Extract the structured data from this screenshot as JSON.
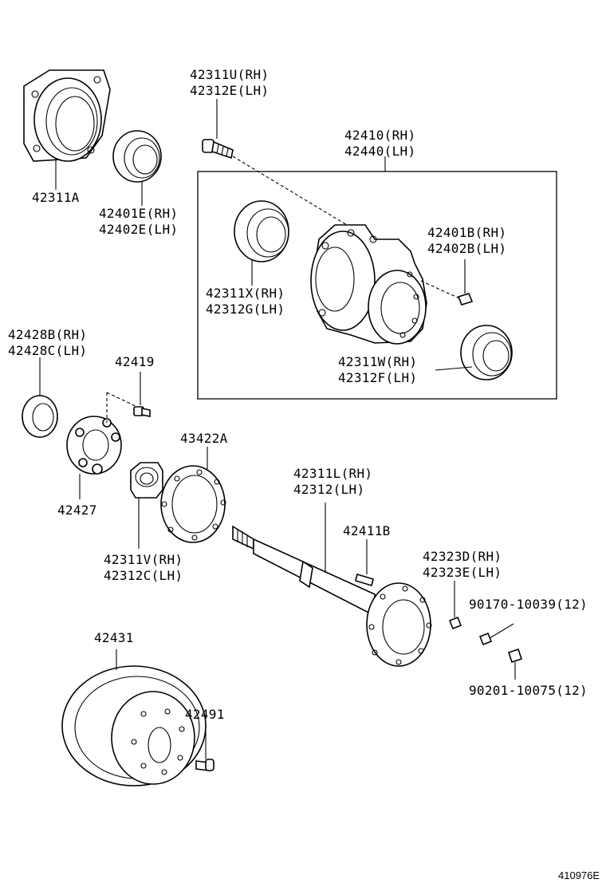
{
  "labels": {
    "p42311U": "42311U(RH)",
    "p42312E": "42312E(LH)",
    "p42410": "42410(RH)",
    "p42440": "42440(LH)",
    "p42311A": "42311A",
    "p42401E": "42401E(RH)",
    "p42402E": "42402E(LH)",
    "p42401B": "42401B(RH)",
    "p42402B": "42402B(LH)",
    "p42311X": "42311X(RH)",
    "p42312G": "42312G(LH)",
    "p42311W": "42311W(RH)",
    "p42312F": "42312F(LH)",
    "p42428B": "42428B(RH)",
    "p42428C": "42428C(LH)",
    "p42419": "42419",
    "p42427": "42427",
    "p43422A": "43422A",
    "p42311V": "42311V(RH)",
    "p42312C": "42312C(LH)",
    "p42311L": "42311L(RH)",
    "p42312": "42312(LH)",
    "p42411B": "42411B",
    "p42323D": "42323D(RH)",
    "p42323E": "42323E(LH)",
    "p90170": "90170-10039(12)",
    "p90201": "90201-10075(12)",
    "p42431": "42431",
    "p42491": "42491"
  },
  "figure_ref": "410976E"
}
